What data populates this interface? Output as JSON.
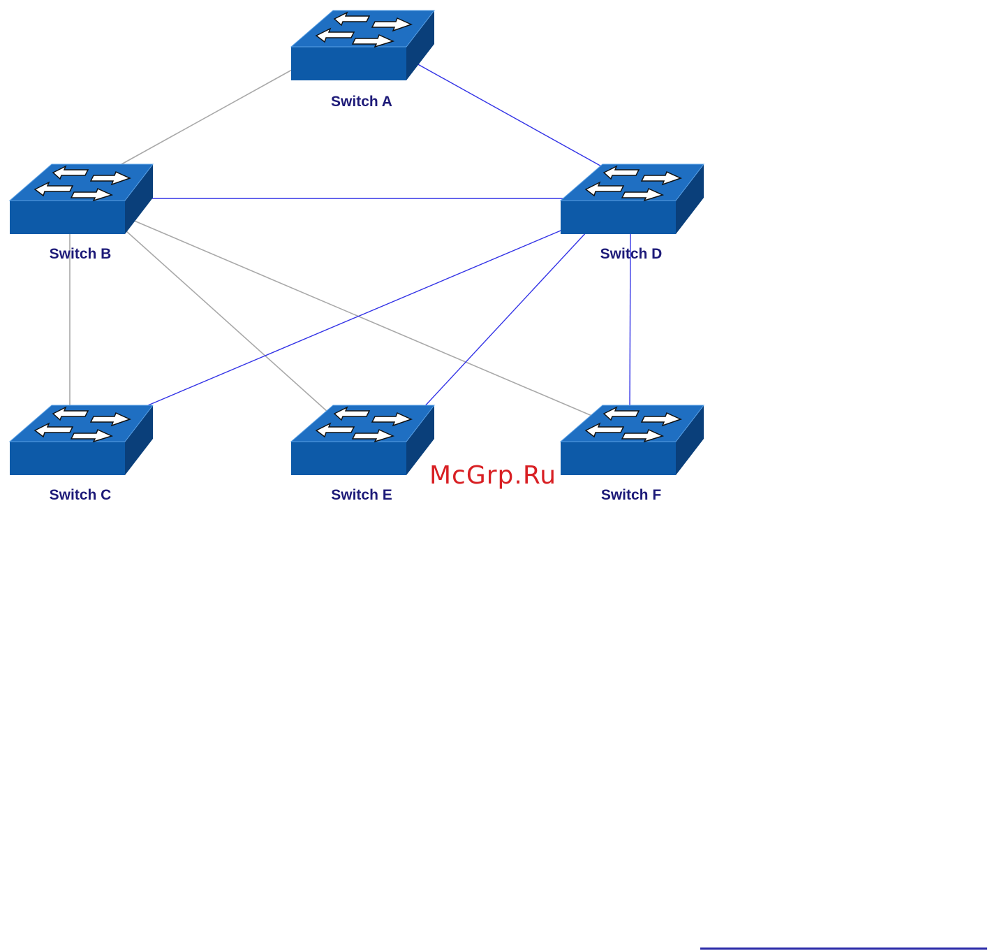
{
  "switches": {
    "a": {
      "label": "Switch A"
    },
    "b": {
      "label": "Switch B"
    },
    "c": {
      "label": "Switch C"
    },
    "d": {
      "label": "Switch D"
    },
    "e": {
      "label": "Switch E"
    },
    "f": {
      "label": "Switch F"
    }
  },
  "links": [
    {
      "from": "Switch A",
      "to": "Switch B",
      "color": "#a9a9a9"
    },
    {
      "from": "Switch A",
      "to": "Switch D",
      "color": "#3333e6"
    },
    {
      "from": "Switch B",
      "to": "Switch D",
      "color": "#3333e6"
    },
    {
      "from": "Switch B",
      "to": "Switch C",
      "color": "#a9a9a9"
    },
    {
      "from": "Switch B",
      "to": "Switch E",
      "color": "#a9a9a9"
    },
    {
      "from": "Switch B",
      "to": "Switch F",
      "color": "#a9a9a9"
    },
    {
      "from": "Switch D",
      "to": "Switch C",
      "color": "#3333e6"
    },
    {
      "from": "Switch D",
      "to": "Switch E",
      "color": "#3333e6"
    },
    {
      "from": "Switch D",
      "to": "Switch F",
      "color": "#3333e6"
    }
  ],
  "watermark": "McGrp.Ru",
  "colors": {
    "switch_top": "#1f6fc2",
    "switch_front": "#0d5aa8",
    "switch_side": "#0a3f7a",
    "label": "#1d1a78",
    "watermark": "#d81f23"
  }
}
